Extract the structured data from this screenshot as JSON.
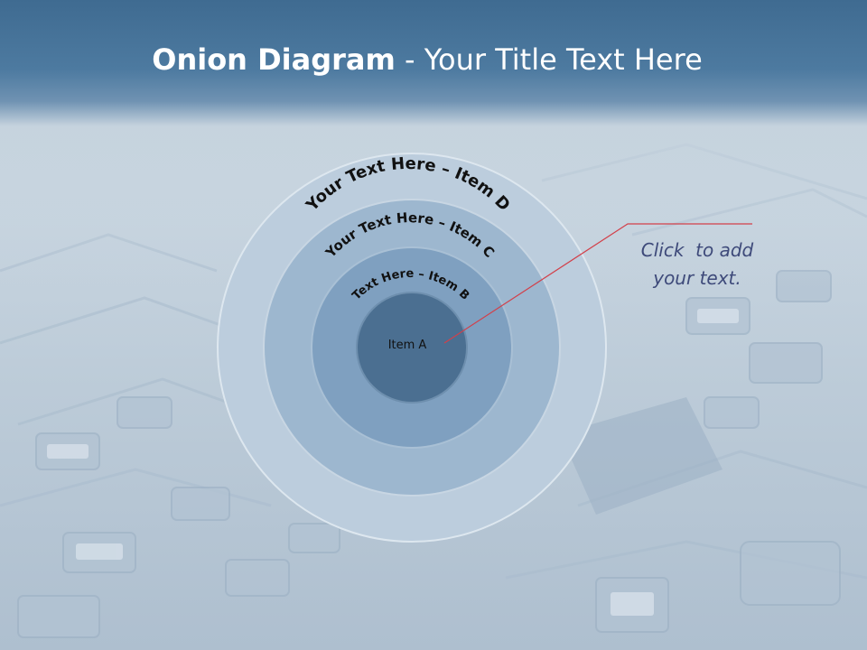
{
  "slide": {
    "title_bold": "Onion Diagram",
    "title_rest": " - Your Title Text Here"
  },
  "diagram": {
    "layers": [
      {
        "label": "Your Text Here – Item D",
        "color": "#bccddd"
      },
      {
        "label": "Your Text Here – Item C",
        "color": "#9db7cf"
      },
      {
        "label": "Text Here – Item B",
        "color": "#7fa0c0"
      },
      {
        "label": "Item A",
        "color": "#4b6f91"
      }
    ],
    "callout": {
      "line1": "Click  to add",
      "line2": "your text.",
      "line_color": "#d2404a",
      "text_color": "#3e4a7a"
    }
  },
  "colors": {
    "title_band": "#4a779e",
    "background": "#c6d3de"
  }
}
